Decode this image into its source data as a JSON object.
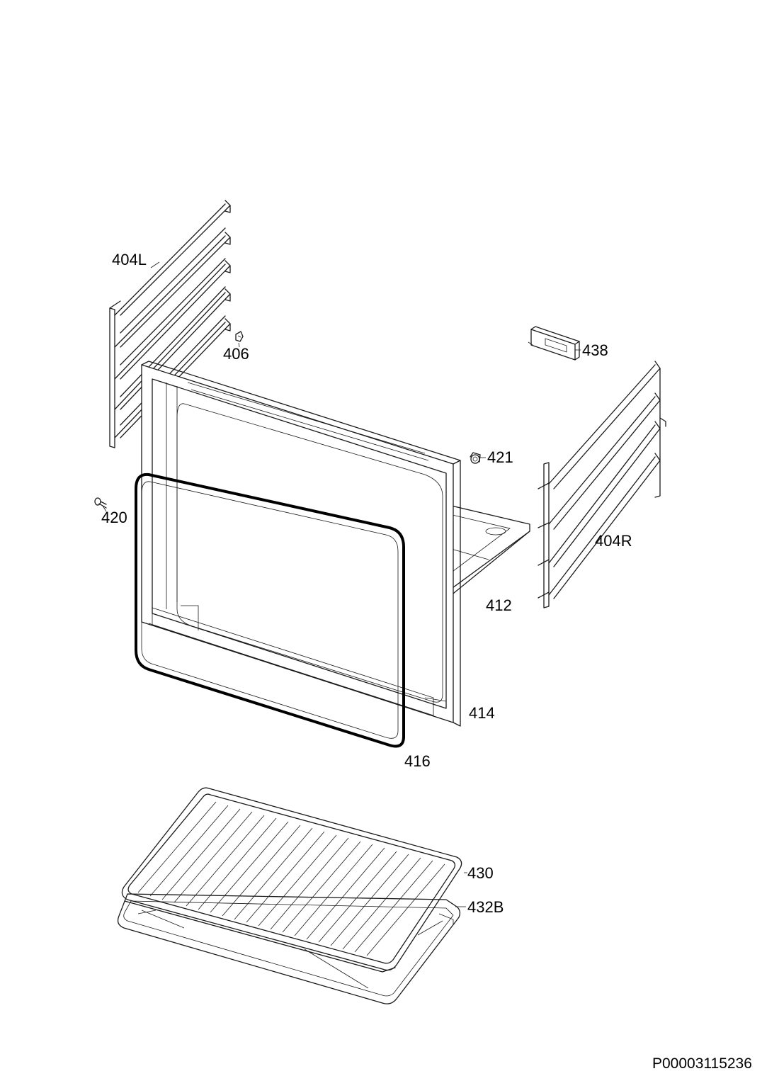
{
  "parts": [
    {
      "id": "p404L",
      "label": "404L"
    },
    {
      "id": "p406",
      "label": "406"
    },
    {
      "id": "p438",
      "label": "438"
    },
    {
      "id": "p421",
      "label": "421"
    },
    {
      "id": "p420",
      "label": "420"
    },
    {
      "id": "p404R",
      "label": "404R"
    },
    {
      "id": "p412",
      "label": "412"
    },
    {
      "id": "p414",
      "label": "414"
    },
    {
      "id": "p416",
      "label": "416"
    },
    {
      "id": "p430",
      "label": "430"
    },
    {
      "id": "p432B",
      "label": "432B"
    }
  ],
  "document_id": "P00003115236"
}
